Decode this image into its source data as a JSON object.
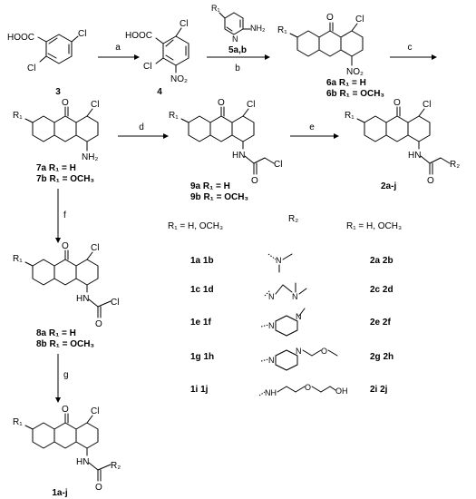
{
  "compounds": {
    "c3": "3",
    "c4": "4",
    "c5": "5a,b",
    "c6a": "6a R₁ = H",
    "c6b": "6b R₁ = OCH₃",
    "c7a": "7a R₁ = H",
    "c7b": "7b R₁ = OCH₃",
    "c9a": "9a R₁ = H",
    "c9b": "9b R₁ = OCH₃",
    "c2": "2a-j",
    "c8a": "8a R₁ = H",
    "c8b": "8b R₁ = OCH₃",
    "c1": "1a-j"
  },
  "steps": [
    "a",
    "b",
    "c",
    "d",
    "e",
    "f",
    "g"
  ],
  "atoms": {
    "cl": "Cl",
    "hooc": "HOOC",
    "no2": "NO₂",
    "nh2": "NH₂",
    "nh": "NH",
    "hn": "HN",
    "n": "N",
    "o": "O",
    "oh": "OH",
    "r1": "R₁",
    "r2": "R₂"
  },
  "table": {
    "header_left": "R₁ = H, OCH₃",
    "header_mid": "R₂",
    "header_right": "R₁ = H, OCH₃",
    "rows": [
      {
        "left": "1a  1b",
        "right": "2a  2b"
      },
      {
        "left": "1c  1d",
        "right": "2c  2d"
      },
      {
        "left": "1e  1f",
        "right": "2e  2f"
      },
      {
        "left": "1g  1h",
        "right": "2g  2h"
      },
      {
        "left": "1i  1j",
        "right": "2i  2j"
      }
    ]
  }
}
